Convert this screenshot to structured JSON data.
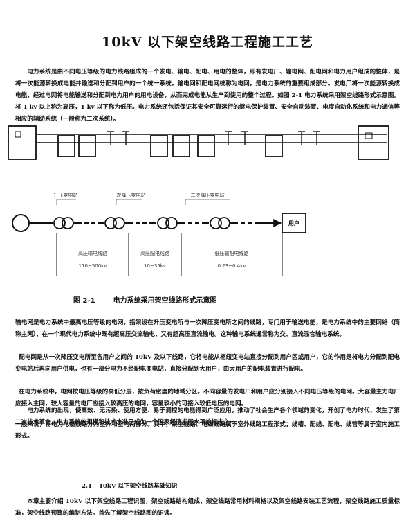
{
  "title": "10kV 以下架空线路工程施工工艺",
  "paragraphs": {
    "p1": "电力系统是由不同电压等级的电力线路组成的一个发电、输电、配电、用电的整体，即有发电厂、输电网、配电网和电力用户组成的整体，是将一次能源转换成电能并输送和分配到用户的一个统一系统。输电网和配电网统称为电网，是电力系统的重要组成部分。发电厂将一次能源转换成电能，经过电网将电能输送和分配到电力用户的用电设备，从而完成电能从生产到使用的整个过程。如图 2-1 电力系统采用架空线路形式示意图。将 1 kv 以上称为高压，1 kv 以下称为低压。电力系统还包括保证其安全可靠运行的继电保护装置、安全自动装置、电度自动化系统和电力通信等相应的辅助系统（一般称为二次系统）。",
    "p2": "输电网是电力系统中最高电压等级的电网，指架设在升压变电所与一次降压变电所之间的线路，专门用于输送电能，是电力系统中的主要网络（简称主网），在一个现代电力系统中既有超高压交流输电，又有超高压直流输电。这种输电系统通常称为交、直流混合输电系统。",
    "p3": "配电网是从一次降压变电所至各用户之间的 10kV 及以下线路，它将电能从枢纽变电站直接分配到用户区或用户，它的作用是将电力分配到配电变电站后再向用户供电，也有一部分电力不经配电变电站，直接分配到大用户，由大用户的配电装置进行配电。",
    "p4": "在电力系统中，电网按电压等级的高低分层，按负荷密度的地域分区。不同容量的发电厂和用户应分别接入不同电压等级的电网。大容量主力电厂应接入主网，较大容量的电厂应接入较高压的电网，容量较小的可接入较低电压的电网。",
    "p5": "电力系统的出现，使高效、无污染、使用方便、易于调控的电能得到广泛应用，推动了社会生产各个领域的变化，开创了电力时代，发生了第二次技术革命。电力系统的规模和技术水准已成为一个国家经济发展水平的标志之一。",
    "p6": "一般来说，将电力电缆线路分为室外和室内两部分。其中，架空线路、电缆线路属于室外线路工程形式；线槽、配线、配电、线管等属于室内施工形式。",
    "p7": "本章主要介绍 10kV 以下架空线路工程识图，架空线路结构组成，架空线路常用材料规格以及架空线路安装工艺流程，架空线路施工质量标准，架空线路预算的编制方法。首先了解架空线路图的识读。"
  },
  "figure": {
    "labels": {
      "step_up": "升压变电站",
      "primary_step_down": "一次降压变电站",
      "secondary_step_down": "二次降压变电站",
      "user": "用户",
      "hv_transmission": "高压输电线路",
      "hv_transmission_voltage": "110~500kv",
      "hv_distribution": "高压配电线路",
      "hv_distribution_voltage": "10~35kv",
      "lv_distribution": "低压输配电线路",
      "lv_distribution_voltage": "0.23~0.4kv"
    },
    "caption_number": "图 2-1",
    "caption_text": "电力系统采用架空线路形式示意图"
  },
  "section": {
    "number": "2.1",
    "title": "10kV 以下架空线路基础知识"
  }
}
